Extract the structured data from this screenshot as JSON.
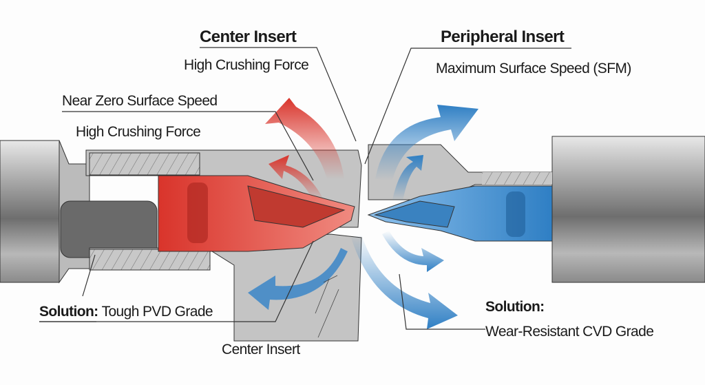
{
  "labels": {
    "center_insert_title": "Center Insert",
    "center_insert_sub": "High Crushing Force",
    "peripheral_insert_title": "Peripheral Insert",
    "peripheral_insert_sub": "Maximum Surface Speed (SFM)",
    "near_zero": "Near Zero Surface Speed",
    "high_crushing_left": "High Crushing Force",
    "solution_left_bold": "Solution:",
    "solution_left_text": "Tough PVD Grade",
    "center_insert_bottom": "Center Insert",
    "solution_right_bold": "Solution:",
    "solution_right_text": "Wear-Resistant CVD Grade"
  },
  "colors": {
    "center_red": "#d9342b",
    "peripheral_blue": "#2f7fc4",
    "steel": "#9a9a9a"
  }
}
